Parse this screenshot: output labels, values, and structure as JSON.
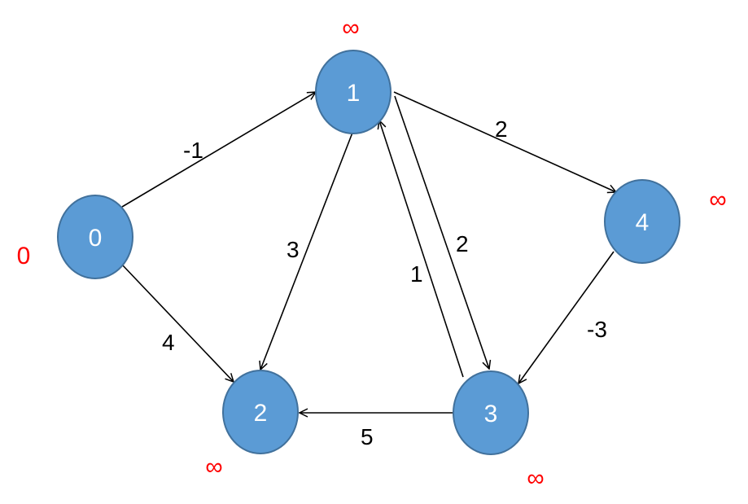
{
  "diagram": {
    "node_fill": "#5b9bd5",
    "node_stroke": "#41719c",
    "distance_color": "#ff0000",
    "nodes": [
      {
        "id": "0",
        "label": "0",
        "distance": "0"
      },
      {
        "id": "1",
        "label": "1",
        "distance": "∞"
      },
      {
        "id": "2",
        "label": "2",
        "distance": "∞"
      },
      {
        "id": "3",
        "label": "3",
        "distance": "∞"
      },
      {
        "id": "4",
        "label": "4",
        "distance": "∞"
      }
    ],
    "edges": [
      {
        "from": "0",
        "to": "1",
        "weight": "-1"
      },
      {
        "from": "0",
        "to": "2",
        "weight": "4"
      },
      {
        "from": "1",
        "to": "2",
        "weight": "3"
      },
      {
        "from": "1",
        "to": "3",
        "weight": "2"
      },
      {
        "from": "3",
        "to": "1",
        "weight": "1"
      },
      {
        "from": "1",
        "to": "4",
        "weight": "2"
      },
      {
        "from": "4",
        "to": "3",
        "weight": "-3"
      },
      {
        "from": "3",
        "to": "2",
        "weight": "5"
      }
    ]
  }
}
